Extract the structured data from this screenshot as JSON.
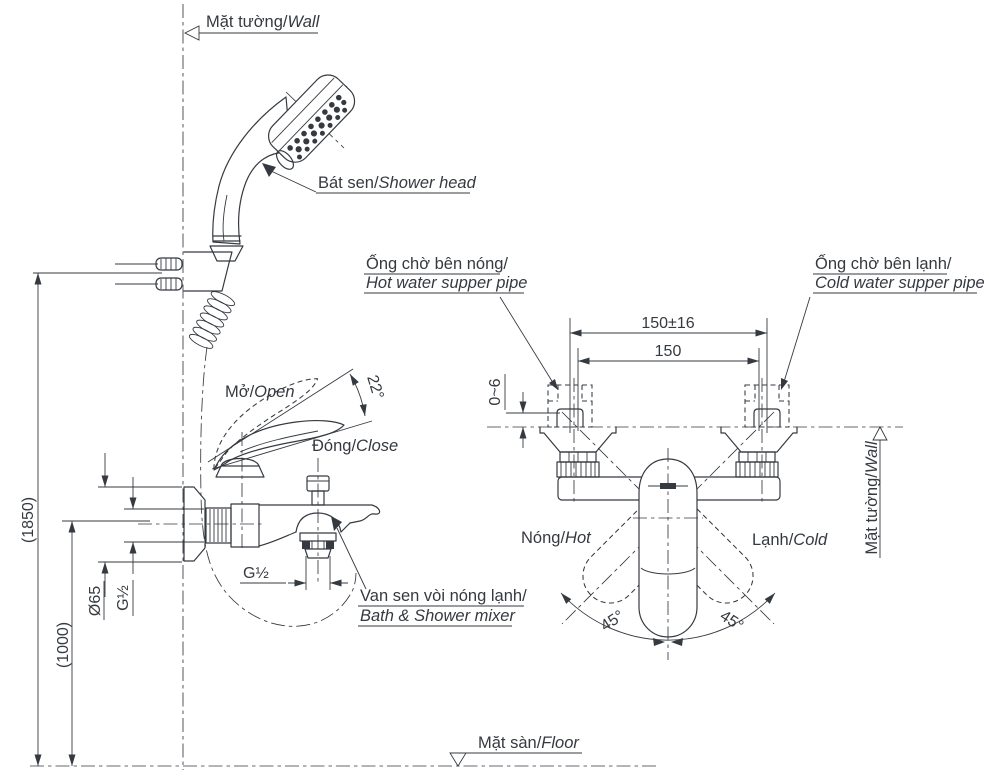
{
  "labels": {
    "wall_top": {
      "vi": "Mặt tường/",
      "en": "Wall"
    },
    "shower_head": {
      "vi": "Bát sen/",
      "en": "Shower head"
    },
    "hot_pipe": {
      "vi": "Ống chờ bên nóng/",
      "en": "Hot water supper pipe"
    },
    "cold_pipe": {
      "vi": "Ống chờ bên lạnh/",
      "en": "Cold water supper pipe"
    },
    "open": {
      "vi": "Mở/",
      "en": "Open"
    },
    "close": {
      "vi": "Đóng/",
      "en": "Close"
    },
    "mixer": {
      "vi": "Van sen vòi nóng lạnh/",
      "en": "Bath & Shower mixer"
    },
    "hot": {
      "vi": "Nóng/",
      "en": "Hot"
    },
    "cold": {
      "vi": "Lạnh/",
      "en": "Cold"
    },
    "wall_right": {
      "vi": "Mặt tường/",
      "en": "Wall"
    },
    "floor": {
      "vi": "Mặt sàn/",
      "en": "Floor"
    }
  },
  "dimensions": {
    "shower_height": "(1850)",
    "mixer_height": "(1000)",
    "flange_diameter": "Ø65",
    "inlet_thread": "G½",
    "outlet_thread": "G½",
    "pipe_pitch_tolerance": "150±16",
    "pipe_pitch": "150",
    "pipe_protrusion": "0~6",
    "lever_open_angle": "22°",
    "swing_left": "45°",
    "swing_right": "45°"
  },
  "colors": {
    "line": "#353a40",
    "background": "#ffffff"
  }
}
